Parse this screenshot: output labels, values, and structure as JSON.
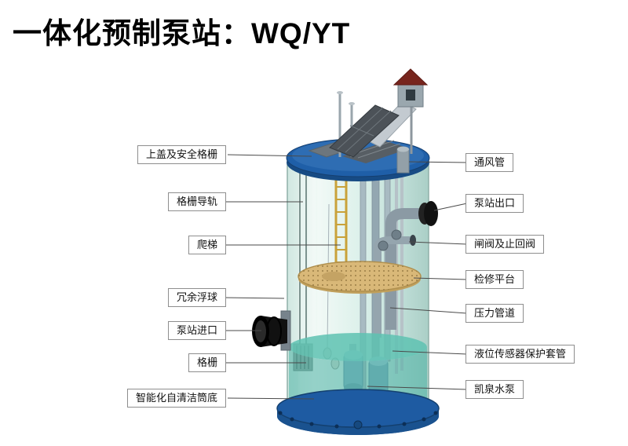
{
  "title": "一体化预制泵站：WQ/YT",
  "labels": {
    "left": [
      {
        "text": "上盖及安全格栅"
      },
      {
        "text": "格栅导轨"
      },
      {
        "text": "爬梯"
      },
      {
        "text": "冗余浮球"
      },
      {
        "text": "泵站进口"
      },
      {
        "text": "格栅"
      },
      {
        "text": "智能化自清洁筒底"
      }
    ],
    "right": [
      {
        "text": "通风管"
      },
      {
        "text": "泵站出口"
      },
      {
        "text": "闸阀及止回阀"
      },
      {
        "text": "检修平台"
      },
      {
        "text": "压力管道"
      },
      {
        "text": "液位传感器保护套管"
      },
      {
        "text": "凯泉水泵"
      }
    ]
  },
  "colors": {
    "lid_blue": "#1f5fa8",
    "base_blue": "#1e5ba2",
    "water_teal": "#49b0a2",
    "platform_tan": "#d9b878",
    "ladder_yellow": "#c9a23a",
    "pipe_black": "#111111"
  }
}
